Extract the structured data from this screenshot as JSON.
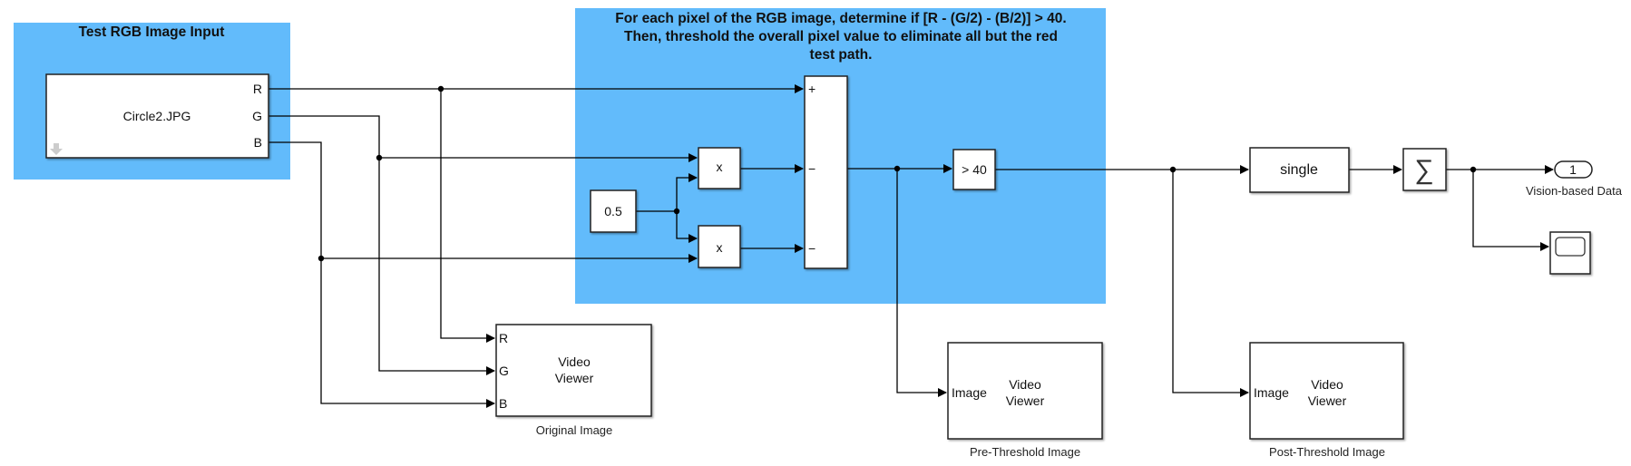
{
  "areas": {
    "input": {
      "title": "Test RGB Image Input"
    },
    "processing": {
      "title_lines": [
        "For each pixel of the RGB image, determine if [R - (G/2) - (B/2)] > 40.",
        "Then, threshold the overall pixel value to eliminate all but the red",
        "test path."
      ]
    }
  },
  "blocks": {
    "image_source": {
      "file": "Circle2.JPG",
      "ports": [
        "R",
        "G",
        "B"
      ]
    },
    "constant": {
      "value": "0.5"
    },
    "product_1": {
      "symbol": "x"
    },
    "product_2": {
      "symbol": "x"
    },
    "sum": {
      "signs": [
        "+",
        "−",
        "−"
      ]
    },
    "compare": {
      "label": "> 40"
    },
    "convert": {
      "label": "single"
    },
    "sum_elements": {
      "symbol": "∑"
    },
    "outport": {
      "number": "1",
      "label": "Vision-based Data"
    },
    "scope": {
      "icon": "scope-icon"
    },
    "viewer_original": {
      "line1": "Video",
      "line2": "Viewer",
      "ports": [
        "R",
        "G",
        "B"
      ],
      "label": "Original Image"
    },
    "viewer_pre": {
      "line1": "Video",
      "line2": "Viewer",
      "port": "Image",
      "label": "Pre-Threshold Image"
    },
    "viewer_post": {
      "line1": "Video",
      "line2": "Viewer",
      "port": "Image",
      "label": "Post-Threshold Image"
    }
  },
  "colors": {
    "area": "#62bbfb"
  }
}
